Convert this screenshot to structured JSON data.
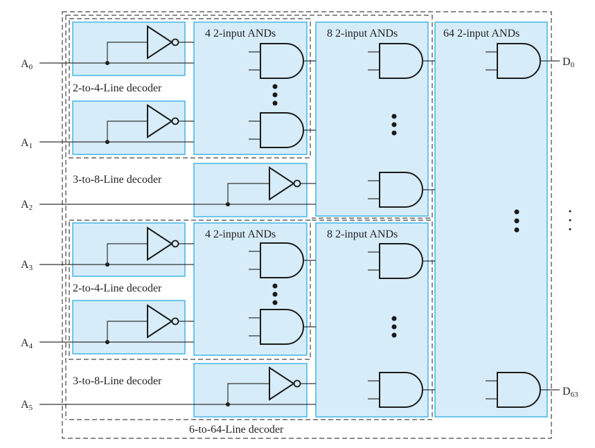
{
  "diagram": {
    "title": "6-to-64-Line decoder",
    "inputs": [
      "A",
      "A",
      "A",
      "A",
      "A",
      "A"
    ],
    "input_subscripts": [
      "0",
      "1",
      "2",
      "3",
      "4",
      "5"
    ],
    "outputs": [
      {
        "letter": "D",
        "subscript": "0"
      },
      {
        "letter": "D",
        "subscript": "63"
      }
    ],
    "blocks": {
      "two_to_four_label": "2-to-4-Line decoder",
      "three_to_eight_label": "3-to-8-Line decoder",
      "four_ands_label": "4 2-input ANDs",
      "eight_ands_label": "8 2-input ANDs",
      "sixty_four_ands_label": "64 2-input ANDs"
    },
    "colors": {
      "block_fill": "#d6ecf8",
      "block_border": "#29abe2",
      "ink": "#231f20"
    }
  }
}
